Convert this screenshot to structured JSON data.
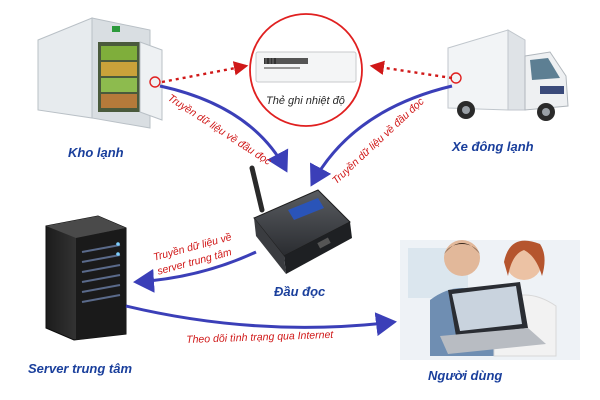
{
  "nodes": {
    "cold_storage": "Kho lạnh",
    "refrigerated_truck": "Xe đông lạnh",
    "reader": "Đầu đọc",
    "central_server": "Server trung tâm",
    "user": "Người dùng",
    "temperature_tag": "Thẻ ghi nhiệt độ"
  },
  "edges": {
    "storage_to_reader": "Truyền dữ liệu về đầu đọc",
    "truck_to_reader": "Truyền dữ liệu về đầu đọc",
    "reader_to_server_line1": "Truyền dữ liệu về",
    "reader_to_server_line2": "server trung tâm",
    "server_to_user": "Theo dõi tình trạng qua Internet"
  },
  "colors": {
    "label_blue": "#1a3f9c",
    "arrow_blue": "#3b3fb8",
    "arrow_red": "#d01818",
    "ring_red": "#e02020"
  }
}
